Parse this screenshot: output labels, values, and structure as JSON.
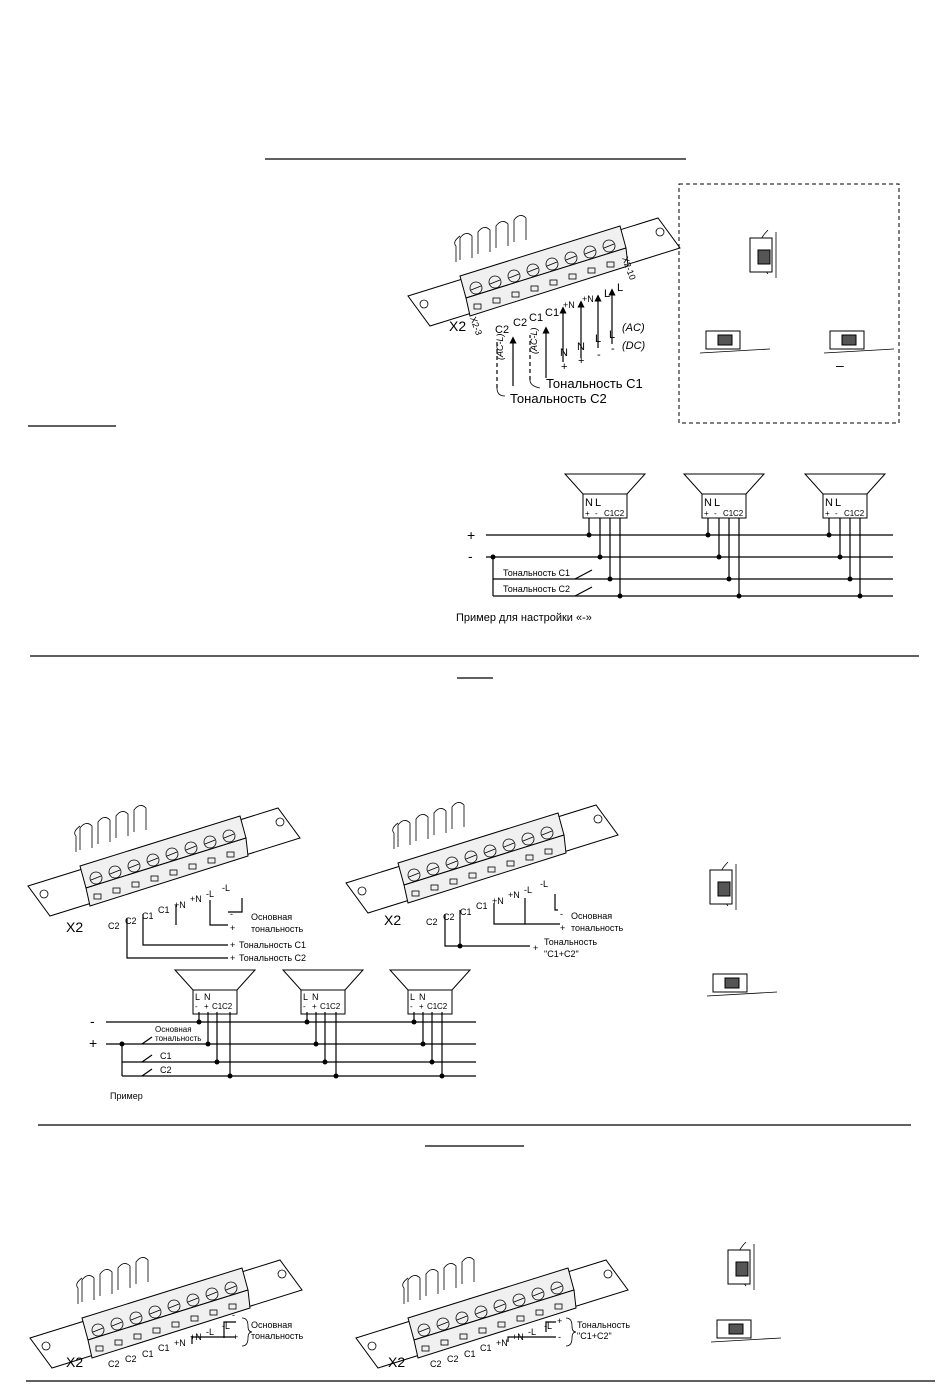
{
  "terminal": {
    "x2": "X2",
    "x2_3": "X2-3",
    "x2_10": "X2-10",
    "pins_first": [
      "C2",
      "C2",
      "C1",
      "C1",
      "+N",
      "+N",
      "L",
      "L"
    ],
    "pins_second": [
      "C2",
      "C2",
      "C1",
      "C1",
      "+N",
      "+N",
      "-L",
      "-L"
    ],
    "ac_dc": [
      "(AC)",
      "(DC)"
    ],
    "ac_l": "(AC-L)",
    "row_ac": [
      "N",
      "N",
      "L",
      "L"
    ],
    "row_dc": [
      "+",
      "+",
      "-",
      "-"
    ],
    "tone_c1": "Тональность С1",
    "tone_c2": "Тональность С2"
  },
  "section1": {
    "speaker_labels": [
      "N",
      "L"
    ],
    "speaker_pins": [
      "+",
      "-",
      "C1",
      "C2"
    ],
    "bus_plus": "+",
    "bus_minus": "-",
    "tone_c1": "Тональность С1",
    "tone_c2": "Тональность С2",
    "example": "Пример для настройки «-»",
    "switch_minus": "–"
  },
  "section2": {
    "left_labels": [
      {
        "sign": "-",
        "text": "Основная"
      },
      {
        "sign": "+",
        "text": "тональность"
      },
      {
        "sign": "+",
        "text": "Тональность С1"
      },
      {
        "sign": "+",
        "text": "Тональность С2"
      }
    ],
    "right_labels": [
      {
        "sign": "-",
        "text": "Основная"
      },
      {
        "sign": "+",
        "text": "тональность"
      },
      {
        "sign": "+",
        "text": "Тональность"
      },
      {
        "sign": "",
        "text": "\"C1+C2\""
      }
    ],
    "speaker_labels": [
      "L",
      "N"
    ],
    "speaker_pins": [
      "-",
      "+",
      "C1",
      "C2"
    ],
    "bus_minus": "-",
    "bus_plus": "+",
    "main_tone": [
      "Основная",
      "тональность"
    ],
    "c1": "C1",
    "c2": "C2",
    "example": "Пример"
  },
  "section3": {
    "left_labels": [
      "Основная",
      "тональность"
    ],
    "left_signs": [
      "-",
      "+"
    ],
    "right_labels": [
      "Тональность",
      "\"C1+C2\""
    ],
    "right_signs": [
      "+",
      "-"
    ]
  }
}
